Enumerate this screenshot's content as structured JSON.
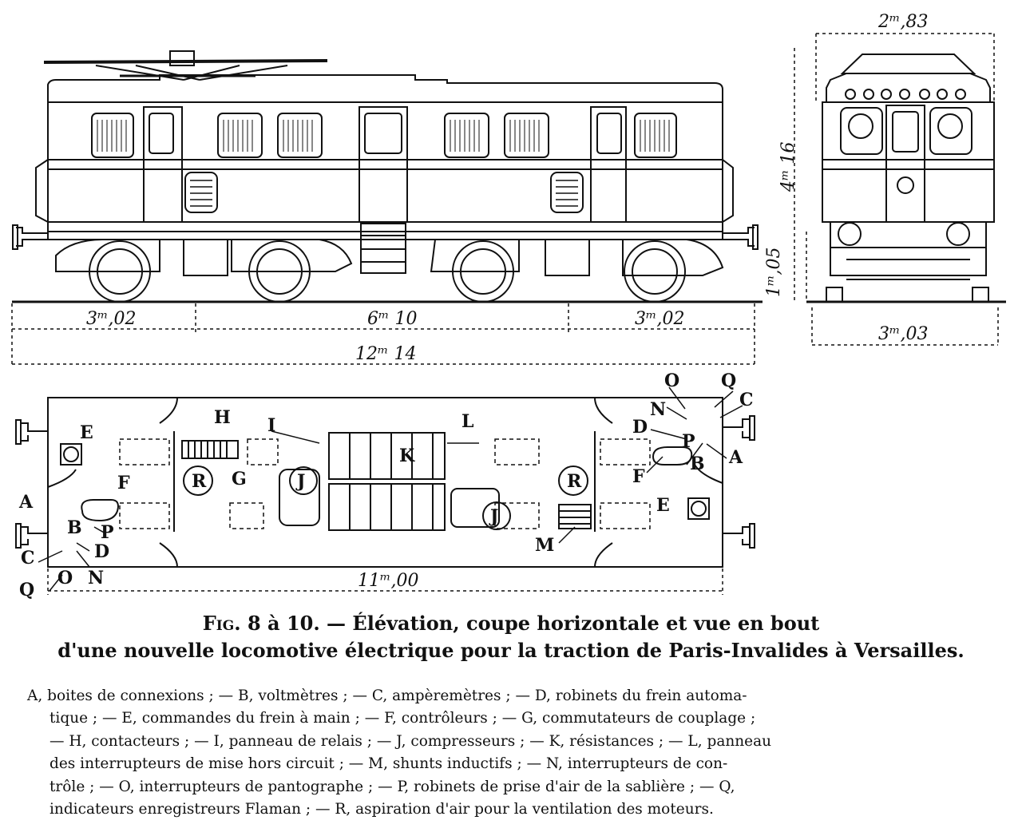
{
  "dimensions": {
    "end_width": "2ᵐ,83",
    "height": "4ᵐ 16",
    "wheel_height": "1ᵐ,05",
    "seg_left": "3ᵐ,02",
    "seg_mid": "6ᵐ 10",
    "seg_right": "3ᵐ,02",
    "total_length": "12ᵐ 14",
    "end_track": "3ᵐ,03",
    "plan_length": "11ᵐ,00"
  },
  "plan_labels": {
    "A": "A",
    "B": "B",
    "C": "C",
    "D": "D",
    "E": "E",
    "F": "F",
    "G": "G",
    "H": "H",
    "I": "I",
    "J": "J",
    "K": "K",
    "L": "L",
    "M": "M",
    "N": "N",
    "O": "O",
    "P": "P",
    "Q": "Q",
    "R": "R"
  },
  "caption": {
    "fig": "Fig.",
    "line1_rest": "8 à 10. — Élévation, coupe horizontale et vue en bout",
    "line2": "d'une nouvelle locomotive électrique pour la traction de Paris-Invalides à Versailles."
  },
  "legend": [
    "A, boites de connexions ; — B, voltmètres ; — C, ampèremètres ; — D, robinets du frein automa-",
    "tique ; — E, commandes du frein à main ; — F, contrôleurs ; — G, commutateurs de couplage ;",
    "— H, contacteurs ; — I, panneau de relais ; — J, compresseurs ; — K, résistances ; — L, panneau",
    "des interrupteurs de mise hors circuit ; — M, shunts inductifs ; — N, interrupteurs de con-",
    "trôle ; — O, interrupteurs de pantographe ; — P, robinets de prise d'air de la sablière ; — Q,",
    "indicateurs enregistreurs Flaman ; — R, aspiration d'air pour la ventilation des moteurs."
  ]
}
